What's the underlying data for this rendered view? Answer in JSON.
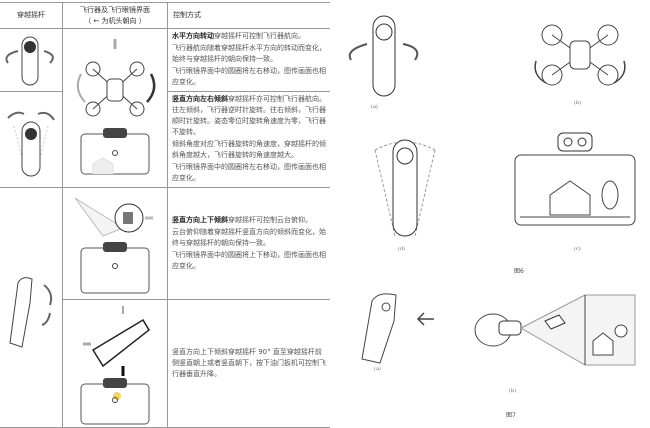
{
  "table": {
    "headers": [
      "穿越摇杆",
      "飞行器及飞行眼镜界面",
      "（ ← 为机头朝向 ）",
      "控制方式"
    ],
    "rows": [
      {
        "paragraphs": [
          {
            "bold": "水平方向转动",
            "text": "穿越摇杆可控制飞行器航向。"
          },
          {
            "text": "飞行器航向随着穿越摇杆水平方向的转动而变化，始终与穿越摇杆的朝向保持一致。"
          },
          {
            "text": "飞行眼镜界面中的圆圈将左右移动，图传画面也相应变化。"
          }
        ]
      },
      {
        "paragraphs": [
          {
            "bold": "竖直方向左右倾斜",
            "text": "穿越摇杆亦可控制飞行器航向。往左倾斜，飞行器逆时针旋转。往右倾斜，飞行器顺时针旋转。姿态零位时旋转角速度为零，飞行器不旋转。"
          },
          {
            "text": "倾斜角度对应飞行器旋转的角速度，穿越摇杆的倾斜角度越大，飞行器旋转的角速度越大。"
          },
          {
            "text": "飞行眼镜界面中的圆圈将左右移动，图传画面也相应变化。"
          }
        ]
      },
      {
        "paragraphs": [
          {
            "bold": "竖直方向上下倾斜",
            "text": "穿越摇杆可控制云台俯仰。"
          },
          {
            "text": "云台俯仰随着穿越摇杆竖直方向的倾斜而变化，始终与穿越摇杆的朝向保持一致。"
          },
          {
            "text": "飞行眼镜界面中的圆圈将上下移动，图传画面也相应变化。"
          }
        ]
      },
      {
        "paragraphs": [
          {
            "text": "竖直方向上下倾斜穿越摇杆 90° 直至穿越摇杆前侧竖直朝上或者竖直朝下，按下油门扳机可控制飞行器垂直升降。"
          }
        ]
      }
    ]
  },
  "figures": {
    "fig6": {
      "caption": "图6",
      "labels": [
        "(a)",
        "(b)",
        "(d)",
        "(c)"
      ]
    },
    "fig7": {
      "caption": "图7",
      "labels": [
        "(a)",
        "(b)"
      ]
    }
  },
  "colors": {
    "border": "#999999",
    "highlight": "#f3d46a"
  }
}
